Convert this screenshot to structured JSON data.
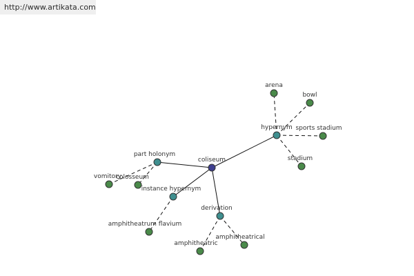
{
  "source_url": "http://www.artikata.com",
  "colors": {
    "center_node": "#3f3f8f",
    "relation_node": "#3f8f8f",
    "word_node": "#4a8a4a",
    "edge": "#111111"
  },
  "graph": {
    "center": "coliseum",
    "relations": [
      {
        "id": "hypernym",
        "label": "hypernym",
        "words": [
          "arena",
          "bowl",
          "sports stadium",
          "stadium"
        ]
      },
      {
        "id": "part-holonym",
        "label": "part holonym",
        "words": [
          "vomitory",
          "colosseum"
        ]
      },
      {
        "id": "instance-hypernym",
        "label": "instance hypernym",
        "words": [
          "amphitheatrum flavium"
        ]
      },
      {
        "id": "derivation",
        "label": "derivation",
        "words": [
          "amphitheatric",
          "amphitheatrical"
        ]
      }
    ]
  }
}
